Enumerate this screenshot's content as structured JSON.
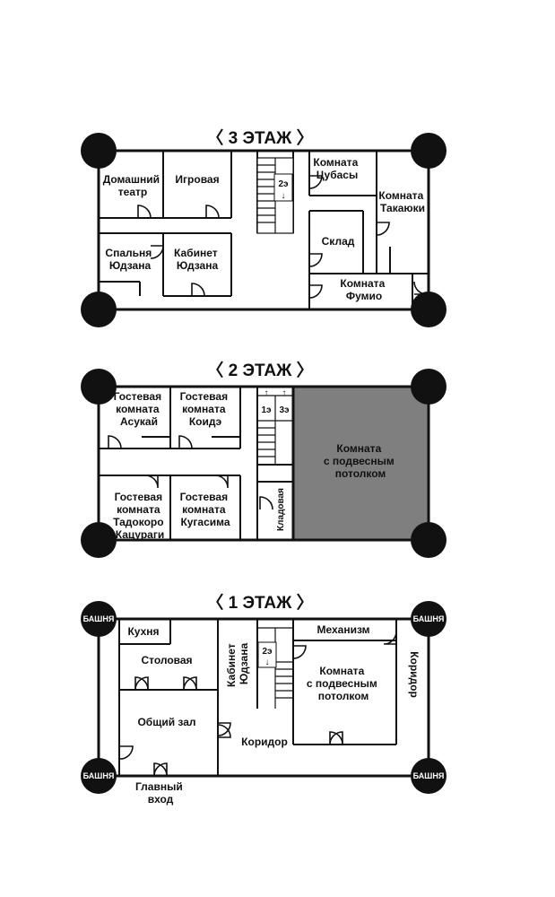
{
  "floors": {
    "third": {
      "title": "〈 3 ЭТАЖ 〉",
      "rooms": {
        "home_theater": [
          "Домашний",
          "театр"
        ],
        "game_room": "Игровая",
        "tsubasa": [
          "Комната",
          "Цубасы"
        ],
        "takayuki": [
          "Комната",
          "Такаюки"
        ],
        "storage": "Склад",
        "yudzan_bedroom": [
          "Спальня",
          "Юдзана"
        ],
        "yudzan_office": [
          "Кабинет",
          "Юдзана"
        ],
        "fumio": [
          "Комната",
          "Фумио"
        ]
      },
      "stair_label": "2э"
    },
    "second": {
      "title": "〈 2 ЭТАЖ 〉",
      "rooms": {
        "asukai": [
          "Гостевая",
          "комната",
          "Асукай"
        ],
        "koide": [
          "Гостевая",
          "комната",
          "Коидэ"
        ],
        "tadokoro": [
          "Гостевая",
          "комната",
          "Тадокоро",
          "Кацураги"
        ],
        "kugasima": [
          "Гостевая",
          "комната",
          "Кугасима"
        ],
        "pantry": "Кладовая",
        "hanging_ceiling": [
          "Комната",
          "с подвесным",
          "потолком"
        ]
      },
      "stair_labels": [
        "1э",
        "3э"
      ]
    },
    "first": {
      "title": "〈 1 ЭТАЖ 〉",
      "rooms": {
        "kitchen": "Кухня",
        "dining": "Столовая",
        "hall": "Общий зал",
        "yudzan_office": [
          "Кабинет",
          "Юдзана"
        ],
        "mechanism": "Механизм",
        "hanging_ceiling": [
          "Комната",
          "с подвесным",
          "потолком"
        ],
        "corridor_center": "Коридор",
        "corridor_right": "Коридор",
        "main_entrance": [
          "Главный",
          "вход"
        ]
      },
      "stair_label": "2э",
      "tower_label": "БАШНЯ"
    }
  },
  "colors": {
    "wall": "#111111",
    "hanging_room_fill": "#7f7f7f",
    "background": "#ffffff"
  }
}
